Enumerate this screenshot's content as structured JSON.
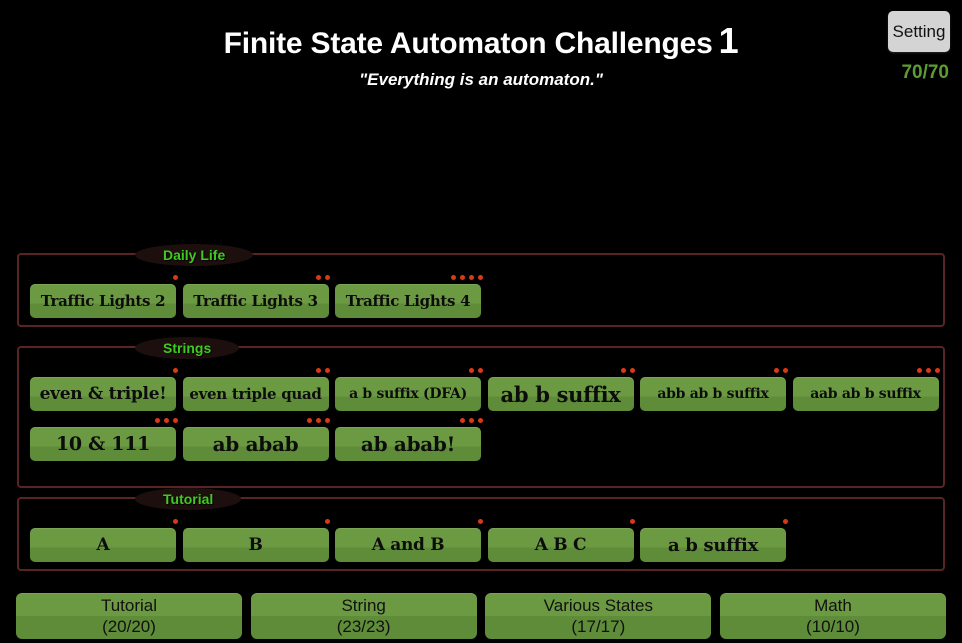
{
  "header": {
    "title": "Finite State Automaton Challenges",
    "level": "1",
    "subtitle": "\"Everything is an automaton.\"",
    "setting_label": "Setting",
    "score": "70/70",
    "score_color": "#5c9c35"
  },
  "theme": {
    "background": "#000000",
    "section_border": "#5a2424",
    "section_label_bg": "#1e0f0f",
    "section_label_text": "#3ecb1f",
    "button_green_top": "#6c9a42",
    "button_green_bottom": "#5f8c39",
    "dot_color": "#d83a16",
    "text_dark": "#0c0c0c"
  },
  "sections": [
    {
      "id": "daily-life",
      "label": "Daily Life",
      "rows": [
        [
          {
            "label": "Traffic Lights 2",
            "dots": 1,
            "font_size": 15
          },
          {
            "label": "Traffic Lights 3",
            "dots": 2,
            "font_size": 15
          },
          {
            "label": "Traffic Lights 4",
            "dots": 4,
            "font_size": 15
          }
        ]
      ]
    },
    {
      "id": "strings",
      "label": "Strings",
      "rows": [
        [
          {
            "label": "even & triple!",
            "dots": 1,
            "font_size": 17
          },
          {
            "label": "even triple quad",
            "dots": 2,
            "font_size": 15
          },
          {
            "label": "a b suffix (DFA)",
            "dots": 2,
            "font_size": 14
          },
          {
            "label": "ab b suffix",
            "dots": 2,
            "font_size": 21
          },
          {
            "label": "abb ab b suffix",
            "dots": 2,
            "font_size": 14
          },
          {
            "label": "aab ab b suffix",
            "dots": 3,
            "font_size": 14
          }
        ],
        [
          {
            "label": "10 & 111",
            "dots": 3,
            "font_size": 19
          },
          {
            "label": "ab abab",
            "dots": 3,
            "font_size": 20
          },
          {
            "label": "ab abab!",
            "dots": 3,
            "font_size": 20
          }
        ]
      ]
    },
    {
      "id": "tutorial",
      "label": "Tutorial",
      "rows": [
        [
          {
            "label": "A",
            "dots": 1,
            "font_size": 17
          },
          {
            "label": "B",
            "dots": 1,
            "font_size": 17
          },
          {
            "label": "A and B",
            "dots": 1,
            "font_size": 17
          },
          {
            "label": "A B C",
            "dots": 1,
            "font_size": 17
          },
          {
            "label": "a b suffix",
            "dots": 1,
            "font_size": 18
          }
        ]
      ]
    }
  ],
  "tabs": [
    {
      "name": "Tutorial",
      "count": "(20/20)"
    },
    {
      "name": "String",
      "count": "(23/23)"
    },
    {
      "name": "Various States",
      "count": "(17/17)"
    },
    {
      "name": "Math",
      "count": "(10/10)"
    }
  ]
}
